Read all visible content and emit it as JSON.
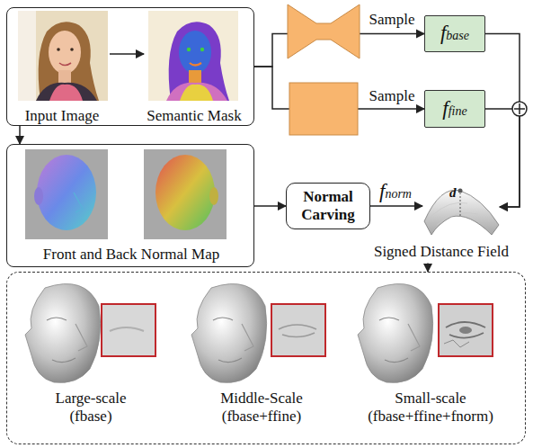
{
  "diagram": {
    "nodes": [
      {
        "text": [
          "Input Image",
          "Semantic Mask"
        ]
      },
      {
        "text": [
          "fbase"
        ]
      },
      {
        "text": [
          "ffine"
        ]
      },
      {
        "text": [
          "Front and Back Normal Map"
        ]
      },
      {
        "text": [
          "Normal Carving"
        ]
      },
      {
        "text": [
          "Signed Distance Field"
        ]
      },
      {
        "text": [
          "Large-scale (fbase)",
          "Middle-Scale (fbase+ffine)",
          "Small-scale (fbase+ffine+fnorm)"
        ]
      }
    ],
    "edges": [
      {
        "from": 0,
        "to": 1,
        "label": "Sample",
        "arrow": "to"
      },
      {
        "from": 0,
        "to": 2,
        "label": "Sample",
        "arrow": "to"
      },
      {
        "from": 1,
        "to": 5,
        "arrow": "to"
      },
      {
        "from": 2,
        "to": 5,
        "arrow": "to"
      },
      {
        "from": 0,
        "to": 3,
        "arrow": "to"
      },
      {
        "from": 3,
        "to": 4,
        "arrow": "to"
      },
      {
        "from": 4,
        "to": 5,
        "label": "fnorm",
        "arrow": "to"
      },
      {
        "from": 5,
        "to": 6,
        "arrow": "to"
      }
    ],
    "labels": [
      "d"
    ]
  }
}
